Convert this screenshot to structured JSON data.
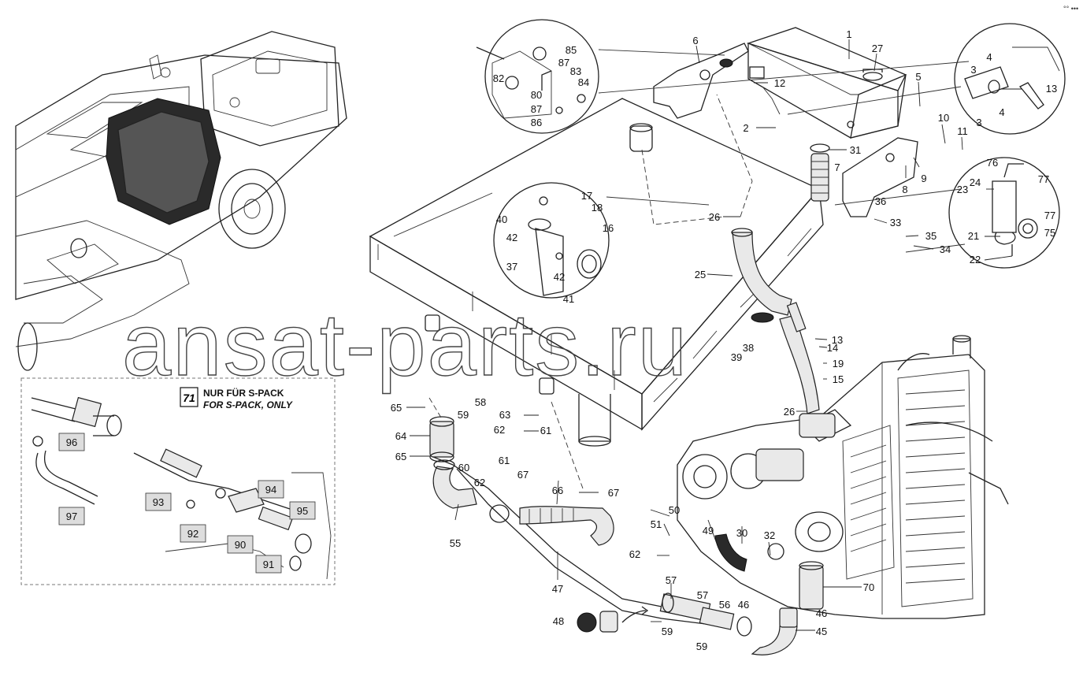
{
  "watermark": "ansat-parts.ru",
  "corner_mark": "°° •••",
  "inset": {
    "badge": "71",
    "title_de": "NUR FÜR  S-PACK",
    "title_en": "FOR S-PACK, ONLY"
  },
  "callouts": [
    {
      "id": "c1",
      "t": "1"
    },
    {
      "id": "c27",
      "t": "27"
    },
    {
      "id": "c6",
      "t": "6"
    },
    {
      "id": "c85",
      "t": "85"
    },
    {
      "id": "c87a",
      "t": "87"
    },
    {
      "id": "c83",
      "t": "83"
    },
    {
      "id": "c84",
      "t": "84"
    },
    {
      "id": "c82",
      "t": "82"
    },
    {
      "id": "c80",
      "t": "80"
    },
    {
      "id": "c87b",
      "t": "87"
    },
    {
      "id": "c86",
      "t": "86"
    },
    {
      "id": "c12",
      "t": "12"
    },
    {
      "id": "c5",
      "t": "5"
    },
    {
      "id": "c3a",
      "t": "3"
    },
    {
      "id": "c4a",
      "t": "4"
    },
    {
      "id": "c13a",
      "t": "13"
    },
    {
      "id": "c3b",
      "t": "3"
    },
    {
      "id": "c4b",
      "t": "4"
    },
    {
      "id": "c2",
      "t": "2"
    },
    {
      "id": "c10",
      "t": "10"
    },
    {
      "id": "c11",
      "t": "11"
    },
    {
      "id": "c31",
      "t": "31"
    },
    {
      "id": "c7",
      "t": "7"
    },
    {
      "id": "c8",
      "t": "8"
    },
    {
      "id": "c9",
      "t": "9"
    },
    {
      "id": "c76",
      "t": "76"
    },
    {
      "id": "c24",
      "t": "24"
    },
    {
      "id": "c77a",
      "t": "77"
    },
    {
      "id": "c23",
      "t": "23"
    },
    {
      "id": "c36",
      "t": "36"
    },
    {
      "id": "c33",
      "t": "33"
    },
    {
      "id": "c77b",
      "t": "77"
    },
    {
      "id": "c75",
      "t": "75"
    },
    {
      "id": "c21",
      "t": "21"
    },
    {
      "id": "c35",
      "t": "35"
    },
    {
      "id": "c34",
      "t": "34"
    },
    {
      "id": "c22",
      "t": "22"
    },
    {
      "id": "c17",
      "t": "17"
    },
    {
      "id": "c18",
      "t": "18"
    },
    {
      "id": "c40",
      "t": "40"
    },
    {
      "id": "c16",
      "t": "16"
    },
    {
      "id": "c42a",
      "t": "42"
    },
    {
      "id": "c37",
      "t": "37"
    },
    {
      "id": "c42b",
      "t": "42"
    },
    {
      "id": "c41",
      "t": "41"
    },
    {
      "id": "c26a",
      "t": "26"
    },
    {
      "id": "c25",
      "t": "25"
    },
    {
      "id": "c13b",
      "t": "13"
    },
    {
      "id": "c38",
      "t": "38"
    },
    {
      "id": "c14",
      "t": "14"
    },
    {
      "id": "c39",
      "t": "39"
    },
    {
      "id": "c19",
      "t": "19"
    },
    {
      "id": "c15",
      "t": "15"
    },
    {
      "id": "c26b",
      "t": "26"
    },
    {
      "id": "c58",
      "t": "58"
    },
    {
      "id": "c59a",
      "t": "59"
    },
    {
      "id": "c63",
      "t": "63"
    },
    {
      "id": "c62a",
      "t": "62"
    },
    {
      "id": "c61a",
      "t": "61"
    },
    {
      "id": "c65a",
      "t": "65"
    },
    {
      "id": "c64",
      "t": "64"
    },
    {
      "id": "c65b",
      "t": "65"
    },
    {
      "id": "c60",
      "t": "60"
    },
    {
      "id": "c61b",
      "t": "61"
    },
    {
      "id": "c62b",
      "t": "62"
    },
    {
      "id": "c67a",
      "t": "67"
    },
    {
      "id": "c66",
      "t": "66"
    },
    {
      "id": "c67b",
      "t": "67"
    },
    {
      "id": "c55",
      "t": "55"
    },
    {
      "id": "c50",
      "t": "50"
    },
    {
      "id": "c51",
      "t": "51"
    },
    {
      "id": "c49",
      "t": "49"
    },
    {
      "id": "c30",
      "t": "30"
    },
    {
      "id": "c32",
      "t": "32"
    },
    {
      "id": "c62c",
      "t": "62"
    },
    {
      "id": "c47",
      "t": "47"
    },
    {
      "id": "c57a",
      "t": "57"
    },
    {
      "id": "c57b",
      "t": "57"
    },
    {
      "id": "c56",
      "t": "56"
    },
    {
      "id": "c46a",
      "t": "46"
    },
    {
      "id": "c46b",
      "t": "46"
    },
    {
      "id": "c70",
      "t": "70"
    },
    {
      "id": "c48",
      "t": "48"
    },
    {
      "id": "c59b",
      "t": "59"
    },
    {
      "id": "c45",
      "t": "45"
    },
    {
      "id": "c59c",
      "t": "59"
    }
  ],
  "boxed_callouts": [
    {
      "id": "b96",
      "t": "96"
    },
    {
      "id": "b97",
      "t": "97"
    },
    {
      "id": "b93",
      "t": "93"
    },
    {
      "id": "b94",
      "t": "94"
    },
    {
      "id": "b95",
      "t": "95"
    },
    {
      "id": "b92",
      "t": "92"
    },
    {
      "id": "b90",
      "t": "90"
    },
    {
      "id": "b91",
      "t": "91"
    }
  ]
}
